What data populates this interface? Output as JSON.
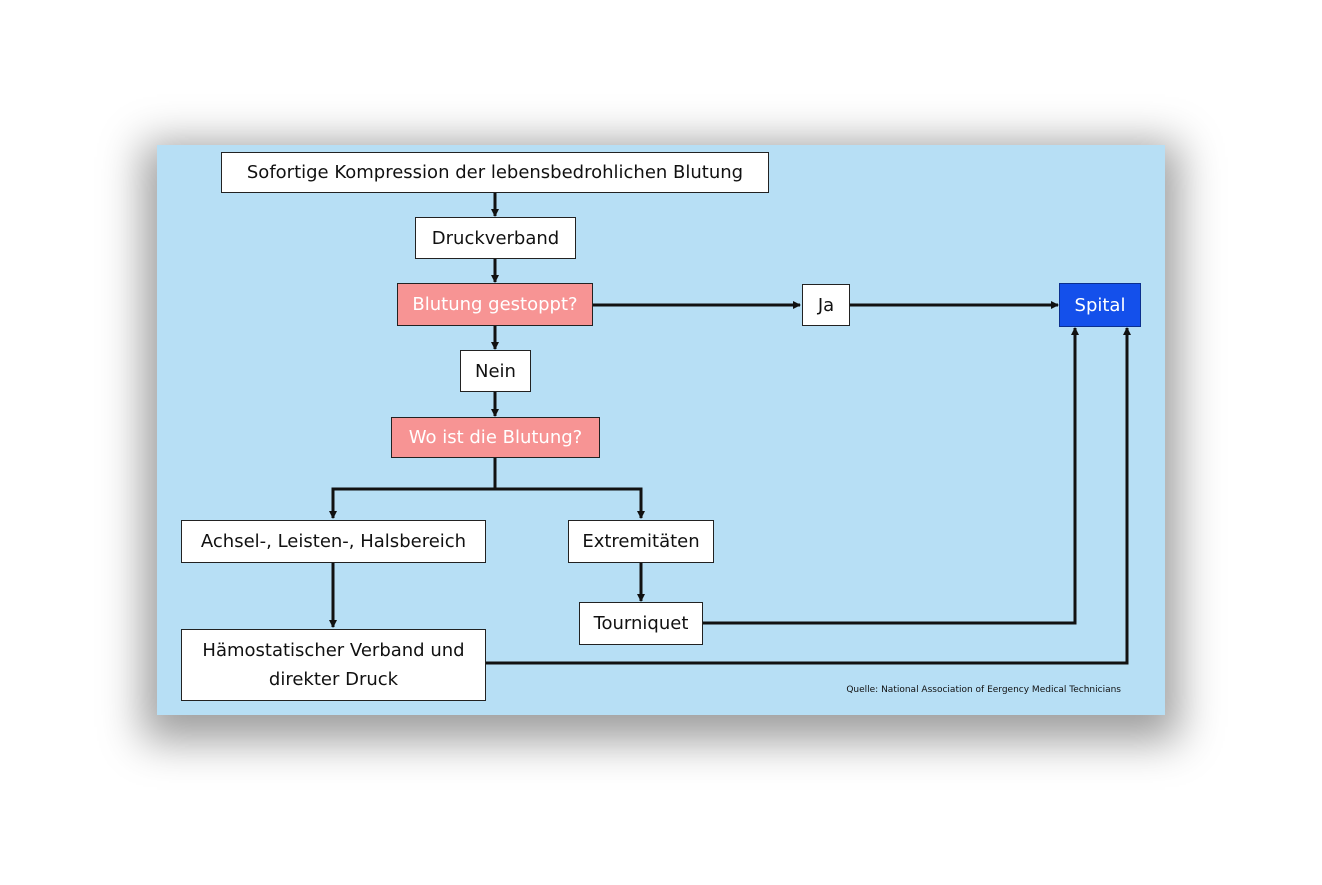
{
  "flowchart": {
    "start": "Sofortige Kompression der lebensbedrohlichen Blutung",
    "pressure_bandage": "Druckverband",
    "question_stopped": "Blutung gestoppt?",
    "answer_yes": "Ja",
    "answer_no": "Nein",
    "question_location": "Wo ist die Blutung?",
    "junctional_areas": "Achsel-, Leisten-, Halsbereich",
    "extremities": "Extremitäten",
    "tourniquet": "Tourniquet",
    "hemostatic_line1": "Hämostatischer Verband und",
    "hemostatic_line2": "direkter Druck",
    "hospital": "Spital"
  },
  "source_note": "Quelle: National Association of Eergency Medical Technicians",
  "colors": {
    "slide_background": "#b7dff5",
    "question_box": "#f79494",
    "hospital_box": "#1450eb",
    "connector": "#111111"
  }
}
